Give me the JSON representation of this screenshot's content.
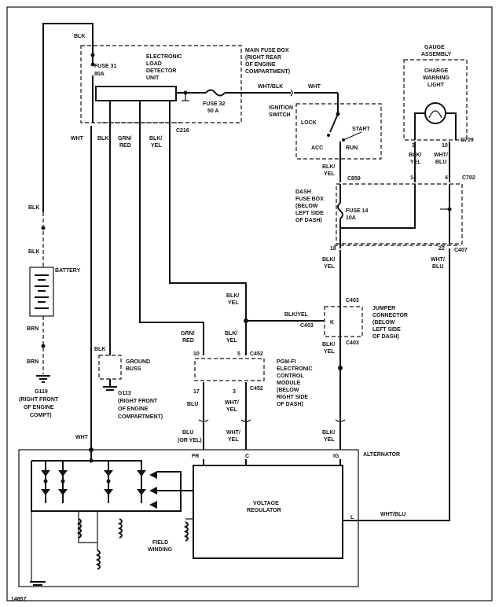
{
  "title": "Charging System Wiring Diagram",
  "figure_id": "14857",
  "labels": {
    "main_fuse_box": [
      "MAIN FUSE BOX",
      "(RIGHT REAR",
      "OF ENGINE",
      "COMPARTMENT)"
    ],
    "fuse31": [
      "FUSE 31",
      "80A"
    ],
    "eld": [
      "ELECTRONIC",
      "LOAD",
      "DETECTOR",
      "UNIT"
    ],
    "fuse32": [
      "FUSE 32",
      "50 A"
    ],
    "ignition_switch": [
      "IGNITION",
      "SWITCH"
    ],
    "lock": "LOCK",
    "acc": "ACC",
    "start": "START",
    "run": "RUN",
    "gauge": [
      "GAUGE",
      "ASSEMBLY"
    ],
    "charge_light": [
      "CHARGE",
      "WARNING",
      "LIGHT"
    ],
    "dash_fuse": [
      "DASH",
      "FUSE BOX",
      "(BELOW",
      "LEFT SIDE",
      "OF DASH)"
    ],
    "fuse14": [
      "FUSE 14",
      "10A"
    ],
    "battery": "BATTERY",
    "ground_buss": [
      "GROUND",
      "BUSS"
    ],
    "g113": [
      "G113",
      "(RIGHT FRONT",
      "OF ENGINE",
      "COMPARTMENT)"
    ],
    "g119": [
      "G119",
      "(RIGHT FRONT",
      "OF ENGINE",
      "COMPT)"
    ],
    "pgm": [
      "PGM-FI",
      "ELECTRONIC",
      "CONTROL",
      "MODULE",
      "(BELOW",
      "RIGHT SIDE",
      "OF DASH)"
    ],
    "jumper": [
      "JUMPER",
      "CONNECTOR",
      "(BELOW",
      "LEFT SIDE",
      "OF DASH)"
    ],
    "alternator": "ALTERNATOR",
    "vreg": [
      "VOLTAGE",
      "REGULATOR"
    ],
    "field": [
      "FIELD",
      "WINDING"
    ],
    "connectors": {
      "c216": "C216",
      "c859": "C859",
      "c709": "C709",
      "c702": "C702",
      "c407": "C407",
      "c403a": "C403",
      "c403b": "C403",
      "c403c": "C403",
      "c452a": "C452",
      "c452b": "C452"
    },
    "wires": {
      "blk_top": "BLK",
      "wht_left": "WHT",
      "blk1": "BLK",
      "grn_red": [
        "GRN/",
        "RED"
      ],
      "blk_yel1": [
        "BLK/",
        "YEL"
      ],
      "wht_blk": "WHT/BLK",
      "wht_top": "WHT",
      "blk_yel_ign": [
        "BLK/",
        "YEL"
      ],
      "blk_yel_g": [
        "BLK/",
        "YEL"
      ],
      "wht_blu_g": [
        "WHT/",
        "BLU"
      ],
      "blk_yel_18": [
        "BLK/",
        "YEL"
      ],
      "wht_blu_22": [
        "WHT/",
        "BLU"
      ],
      "blk_bat1": "BLK",
      "blk_bat2": "BLK",
      "brn1": "BRN",
      "brn2": "BRN",
      "blk_gnd": "BLK",
      "blk_yel_mid": [
        "BLK/",
        "YEL"
      ],
      "blk_yel_jc": "BLK/YEL",
      "grn_red_pgm": [
        "GRN/",
        "RED"
      ],
      "blk_yel_pgm": [
        "BLK/",
        "YEL"
      ],
      "blu_17": "BLU",
      "wht_yel_3": [
        "WHT/",
        "YEL"
      ],
      "blk_yel_jb": [
        "BLK/",
        "YEL"
      ],
      "blu_alt": [
        "BLU",
        "(OR YEL)"
      ],
      "wht_yel_alt": [
        "WHT/",
        "YEL"
      ],
      "blk_yel_alt": [
        "BLK/",
        "YEL"
      ],
      "wht_alt": "WHT",
      "wht_blu_l": "WHT/BLU"
    },
    "pins": {
      "p3": "3",
      "p10": "10",
      "p14": "14",
      "p4": "4",
      "p18": "18",
      "p22": "22",
      "p10b": "10",
      "p5": "5",
      "p17": "17",
      "p3b": "3",
      "fr": "FR",
      "c": "C",
      "ig": "IG",
      "l": "L"
    }
  }
}
